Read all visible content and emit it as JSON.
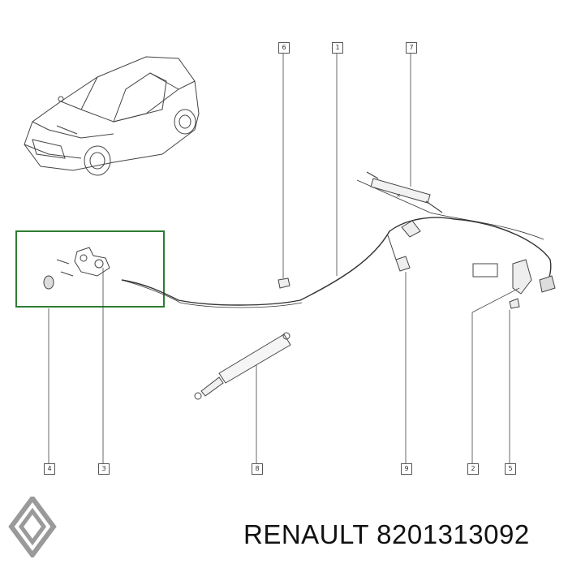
{
  "callouts": [
    {
      "id": "c6",
      "label": "6"
    },
    {
      "id": "c1",
      "label": "1"
    },
    {
      "id": "c7",
      "label": "7"
    },
    {
      "id": "c4",
      "label": "4"
    },
    {
      "id": "c3",
      "label": "3"
    },
    {
      "id": "c8",
      "label": "8"
    },
    {
      "id": "c9",
      "label": "9"
    },
    {
      "id": "c2",
      "label": "2"
    },
    {
      "id": "c5",
      "label": "5"
    }
  ],
  "footer": {
    "brand": "RENAULT",
    "part_number": "8201313092"
  },
  "colors": {
    "detail_frame": "#2e7d32",
    "line": "#333333",
    "logo": "#9a9a9a"
  }
}
